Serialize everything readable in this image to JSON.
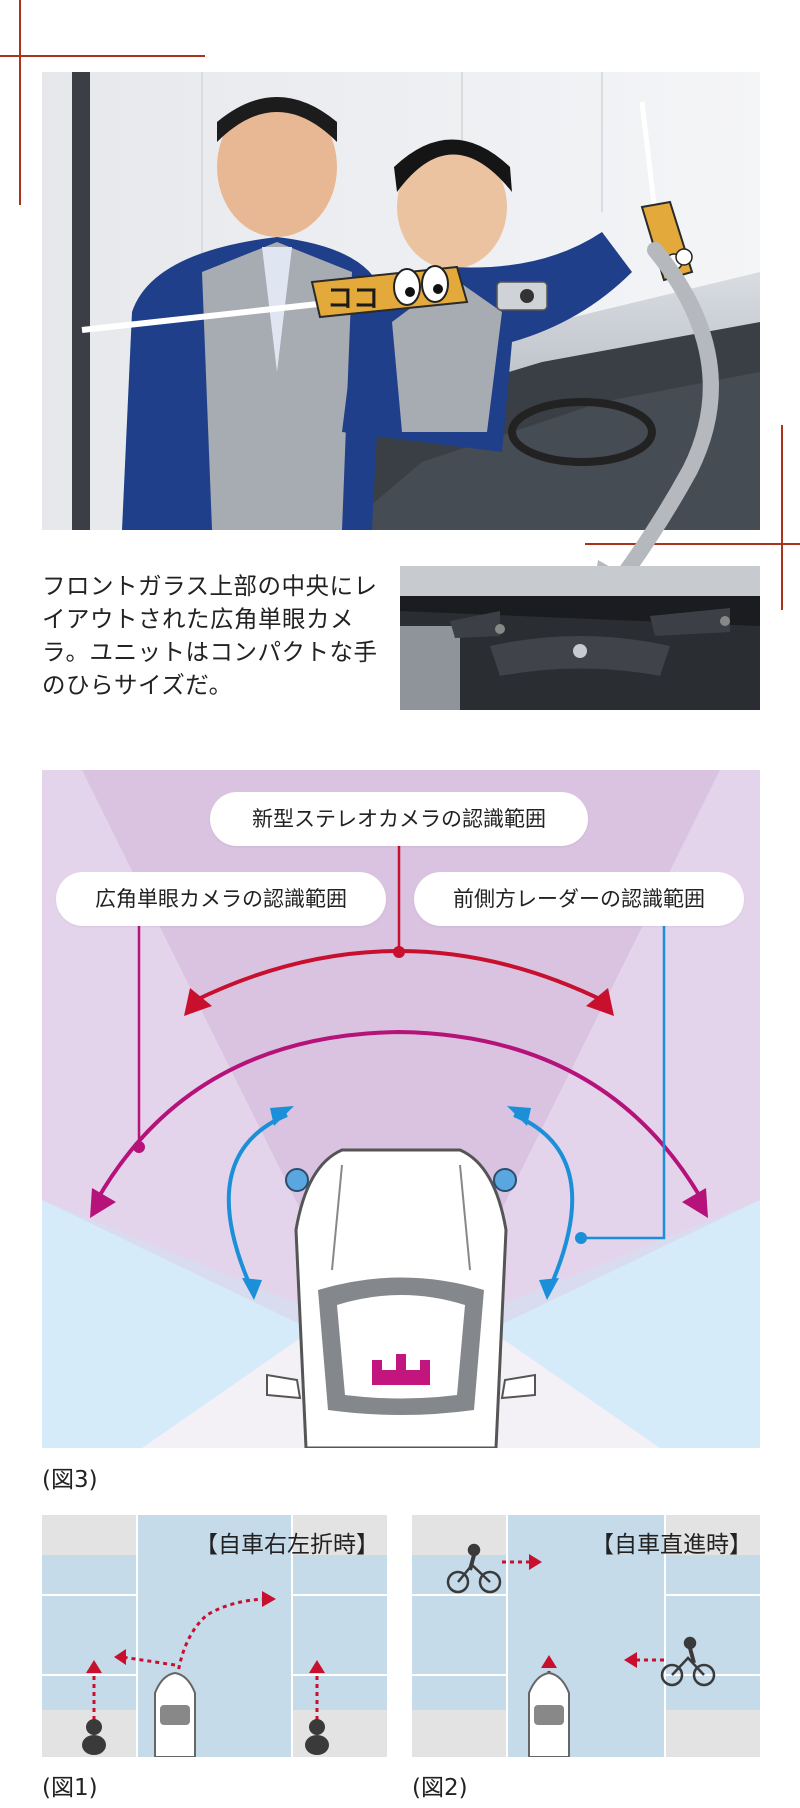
{
  "caption": "フロントガラス上部の中央にレイアウトされた広角単眼カメラ。ユニットはコンパクトな手のひらサイズだ。",
  "photo": {
    "sign_text": "ココ"
  },
  "figure3": {
    "label_stereo": "新型ステレオカメラの認識範囲",
    "label_wide": "広角単眼カメラの認識範囲",
    "label_radar": "前側方レーダーの認識範囲",
    "fig_label": "(図3)",
    "colors": {
      "stereo": "#c8102e",
      "wide": "#b5127a",
      "radar": "#1b8fd8"
    }
  },
  "figure1": {
    "title": "【自車右左折時】",
    "fig_label": "(図1)"
  },
  "figure2": {
    "title": "【自車直進時】",
    "fig_label": "(図2)"
  }
}
